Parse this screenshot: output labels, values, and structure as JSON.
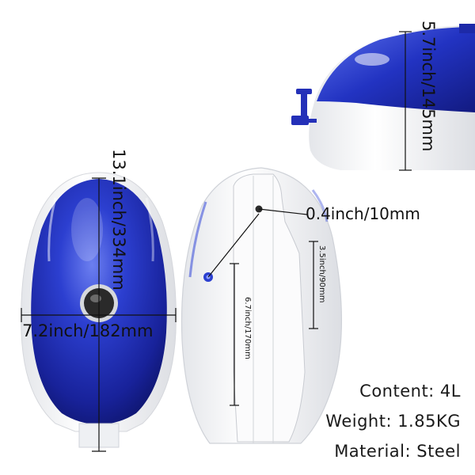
{
  "dimensions": {
    "tank_length": "13.1inch/334mm",
    "tank_width": "7.2inch/182mm",
    "tank_height": "5.7inch/145mm",
    "hole_diameter": "0.4inch/10mm",
    "tunnel_length": "6.7inch/170mm",
    "tunnel_width": "3.5inch/90mm"
  },
  "specs": {
    "content": "Content: 4L",
    "weight": "Weight: 1.85KG",
    "material": "Material: Steel"
  },
  "colors": {
    "blue": "#1f2fb8",
    "white": "#f4f5f7"
  }
}
